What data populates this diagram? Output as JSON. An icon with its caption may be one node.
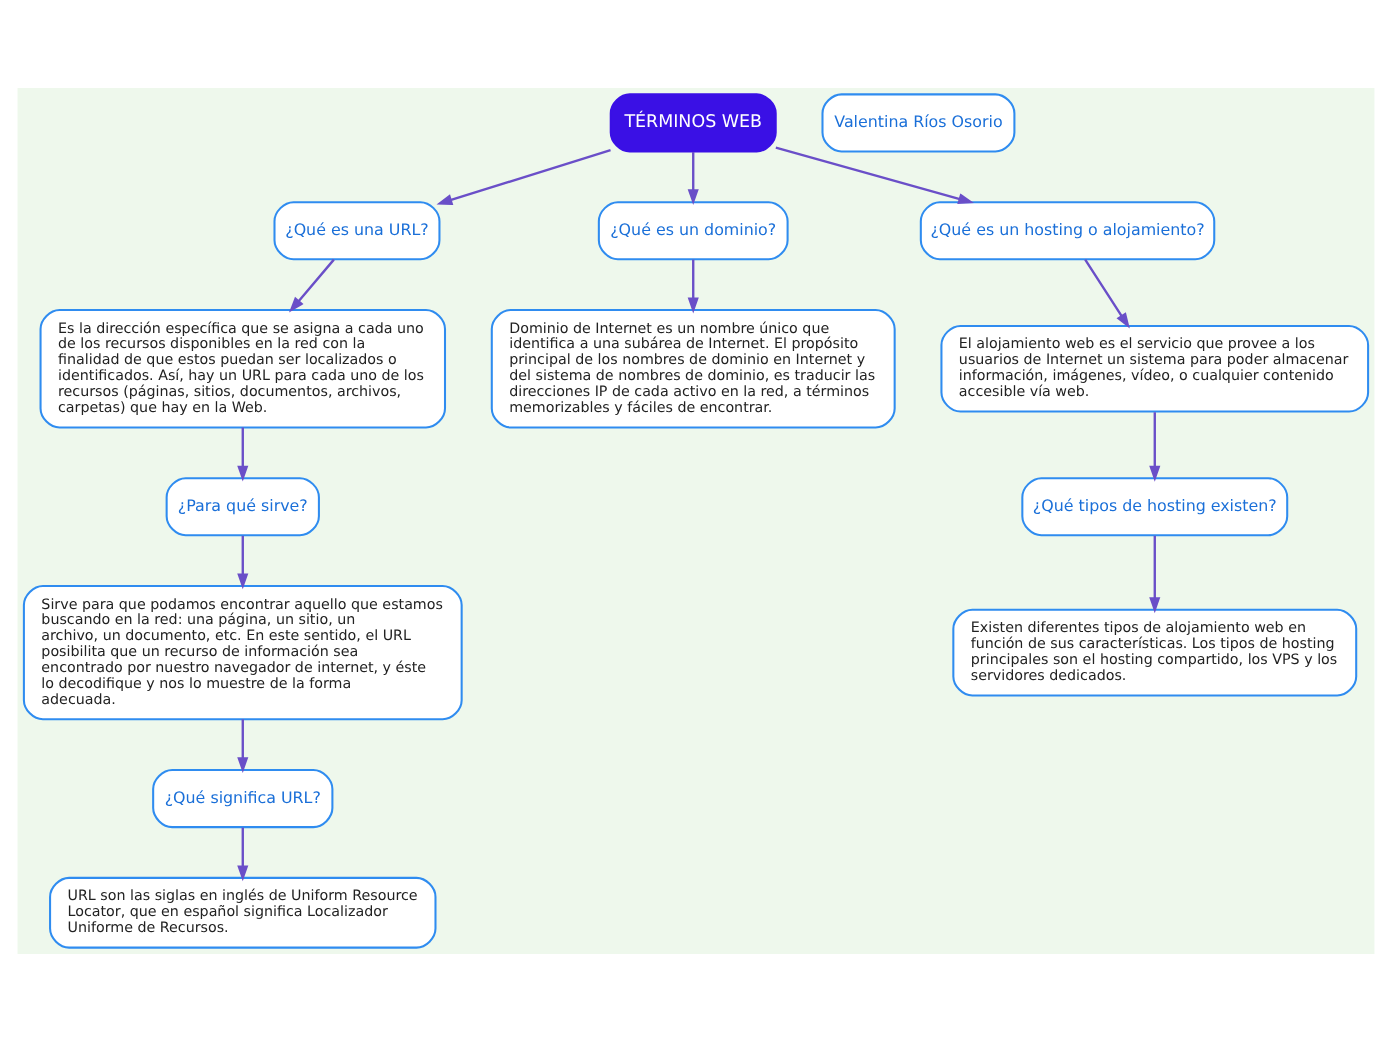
{
  "diagram": {
    "nodes": [
      {
        "text": [
          "TÉRMINOS WEB"
        ]
      },
      {
        "text": [
          "¿Qué es una URL?"
        ]
      },
      {
        "text": [
          "¿Qué es un dominio?"
        ]
      },
      {
        "text": [
          "¿Qué es un hosting o alojamiento?"
        ]
      },
      {
        "text": [
          "Es la dirección específica que se asigna a cada uno de los recursos disponibles en la red con la finalidad de que estos puedan ser localizados o identificados. Así, hay un URL para cada uno de los recursos (páginas, sitios, documentos, archivos, carpetas) que hay en la Web."
        ]
      },
      {
        "text": [
          "¿Para qué sirve?"
        ]
      },
      {
        "text": [
          "Sirve para que podamos encontrar aquello que estamos buscando en la red: una página, un sitio, un archivo, un documento, etc. En este sentido, el URL posibilita que un recurso de información sea encontrado por nuestro navegador de internet, y éste lo decodifique y nos lo muestre de la forma adecuada."
        ]
      },
      {
        "text": [
          "¿Qué significa URL?"
        ]
      },
      {
        "text": [
          "URL son las siglas en inglés de Uniform Resource Locator, que en español significa Localizador Uniforme de Recursos."
        ]
      },
      {
        "text": [
          "Dominio de Internet es un nombre único que identifica a una subárea de Internet. El propósito principal de los nombres de dominio en Internet y del sistema de nombres de dominio, es traducir las direcciones IP de cada activo en la red, a términos memorizables y fáciles de encontrar."
        ]
      },
      {
        "text": [
          "El alojamiento web es el servicio que provee a los usuarios de Internet un sistema para poder almacenar información, imágenes, vídeo, o cualquier contenido accesible vía web."
        ]
      },
      {
        "text": [
          "¿Qué tipos de hosting existen?"
        ]
      },
      {
        "text": [
          "Existen diferentes tipos de alojamiento web en función de sus características. Los tipos de hosting principales son el hosting compartido, los VPS y los servidores dedicados."
        ]
      },
      {
        "text": [
          "Valentina Ríos Osorio"
        ]
      }
    ],
    "edges": [
      {
        "from": 0,
        "to": 1,
        "arrow": "to"
      },
      {
        "from": 0,
        "to": 2,
        "arrow": "to"
      },
      {
        "from": 0,
        "to": 3,
        "arrow": "to"
      },
      {
        "from": 1,
        "to": 4,
        "arrow": "to"
      },
      {
        "from": 4,
        "to": 5,
        "arrow": "to"
      },
      {
        "from": 5,
        "to": 6,
        "arrow": "to"
      },
      {
        "from": 6,
        "to": 7,
        "arrow": "to"
      },
      {
        "from": 7,
        "to": 8,
        "arrow": "to"
      },
      {
        "from": 2,
        "to": 9,
        "arrow": "to"
      },
      {
        "from": 3,
        "to": 10,
        "arrow": "to"
      },
      {
        "from": 10,
        "to": 11,
        "arrow": "to"
      },
      {
        "from": 11,
        "to": 12,
        "arrow": "to"
      }
    ]
  }
}
